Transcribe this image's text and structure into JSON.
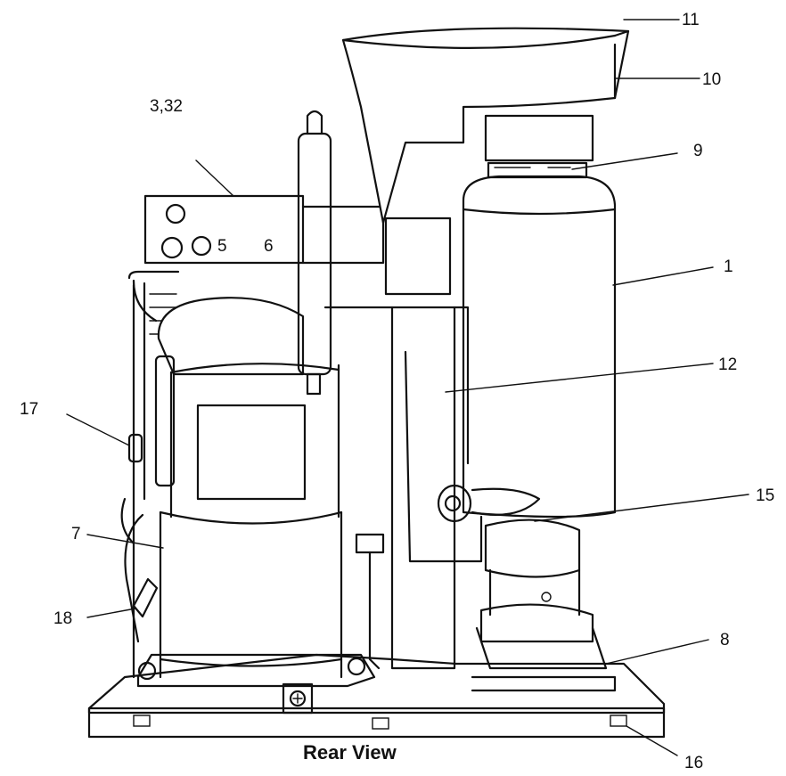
{
  "caption": "Rear View",
  "callouts": [
    {
      "id": "11",
      "text": "11"
    },
    {
      "id": "10",
      "text": "10"
    },
    {
      "id": "9",
      "text": "9"
    },
    {
      "id": "3_32",
      "text": "3,32"
    },
    {
      "id": "1",
      "text": "1"
    },
    {
      "id": "12",
      "text": "12"
    },
    {
      "id": "17",
      "text": "17"
    },
    {
      "id": "15",
      "text": "15"
    },
    {
      "id": "7",
      "text": "7"
    },
    {
      "id": "18",
      "text": "18"
    },
    {
      "id": "8",
      "text": "8"
    },
    {
      "id": "16",
      "text": "16"
    }
  ],
  "panel_markings": [
    "5",
    "6"
  ]
}
